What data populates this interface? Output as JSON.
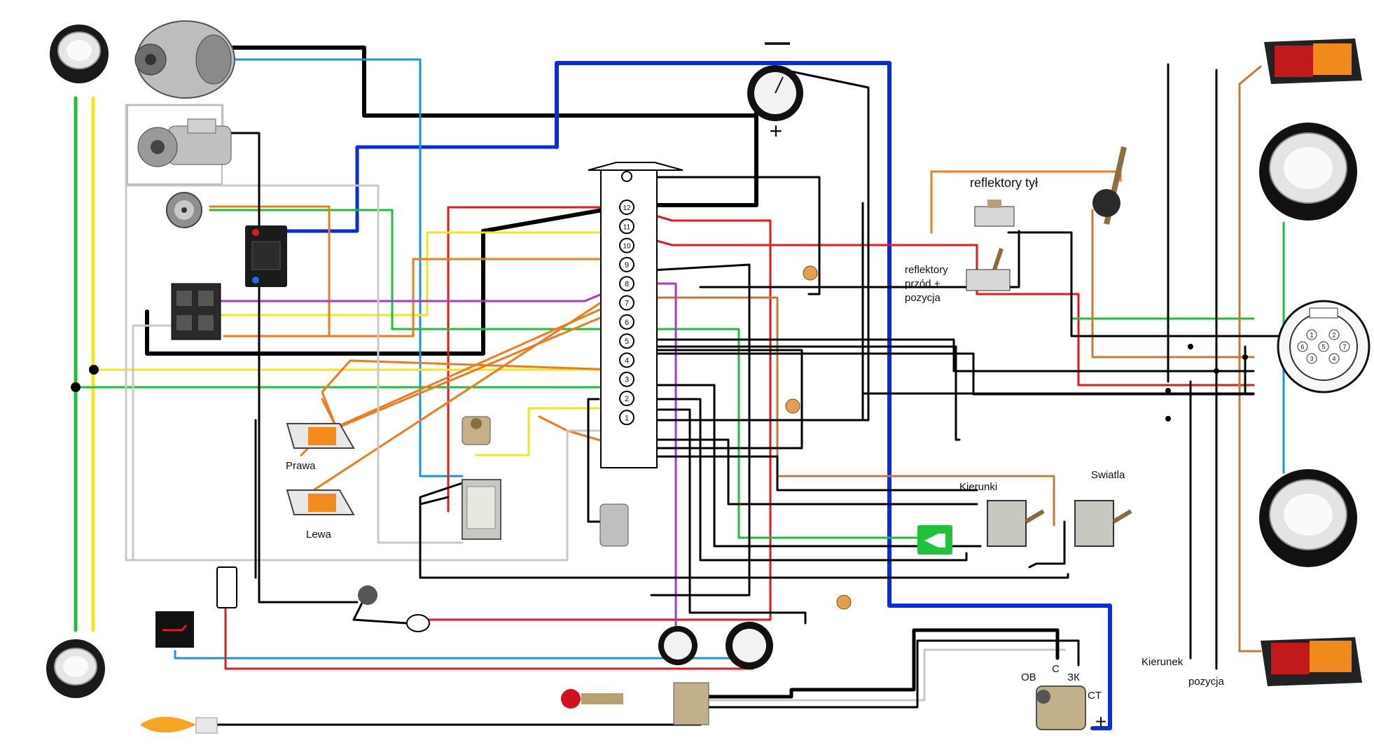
{
  "polarity": {
    "minus": "—",
    "plus_top": "+",
    "plus_bottom": "+"
  },
  "labels": {
    "reflektory_tyl": "reflektory tył",
    "reflektory_przod_1": "reflektory",
    "reflektory_przod_2": "przód +",
    "reflektory_przod_3": "pozycja",
    "prawa": "Prawa",
    "lewa": "Lewa",
    "kierunki": "Kierunki",
    "swiatla": "Swiatla",
    "kierunek": "Kierunek",
    "pozycja": "pozycja",
    "ob": "OB",
    "c": "C",
    "zk": "ЗК",
    "ct": "CT"
  },
  "terminal_block": {
    "terminals": [
      "12",
      "11",
      "10",
      "9",
      "8",
      "7",
      "6",
      "5",
      "4",
      "3",
      "2",
      "1"
    ]
  },
  "connector_pins": [
    "1",
    "2",
    "3",
    "4",
    "5",
    "6",
    "7"
  ],
  "wire_colors": {
    "black": "#000000",
    "blue": "#0b2be0",
    "lightblue": "#1c93d8",
    "red": "#e3191c",
    "yellow": "#f4e61b",
    "green": "#1fbf3a",
    "orange": "#f07a1c",
    "purple": "#a53ad1",
    "brown": "#c4793a",
    "gray": "#c8c8c8"
  }
}
